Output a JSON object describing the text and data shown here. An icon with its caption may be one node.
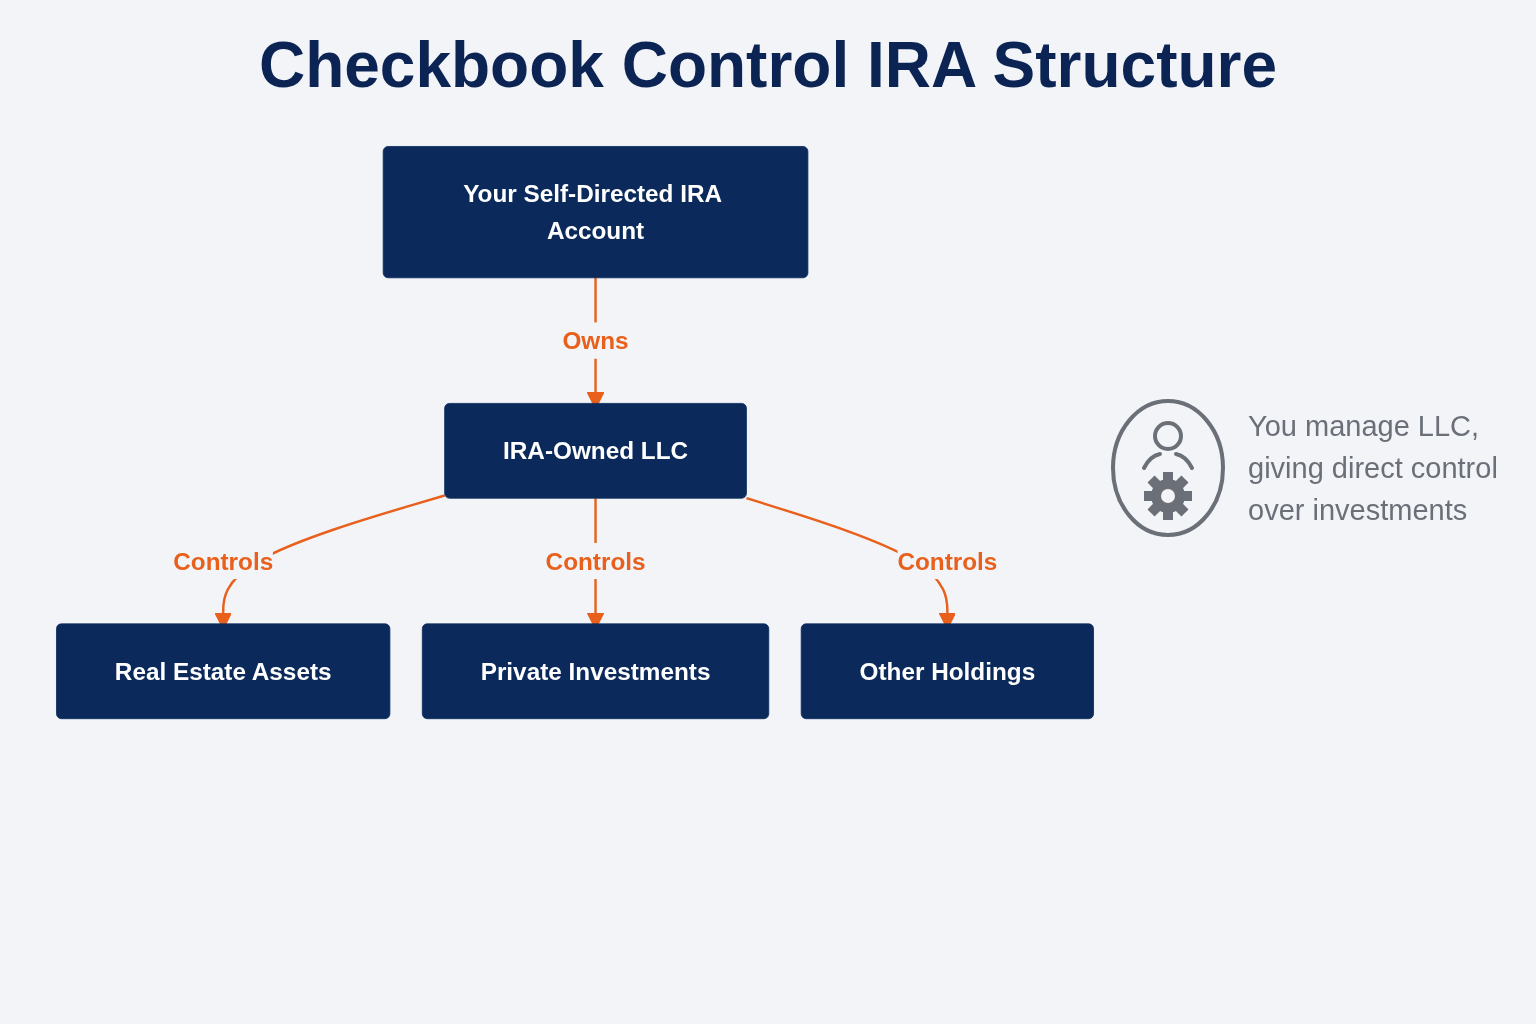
{
  "diagram": {
    "title": "Checkbook Control IRA Structure",
    "nodes": [
      {
        "text": [
          "Your Self-Directed IRA Account"
        ]
      },
      {
        "text": [
          "IRA-Owned LLC"
        ]
      },
      {
        "text": [
          "Real Estate Assets"
        ]
      },
      {
        "text": [
          "Private Investments"
        ]
      },
      {
        "text": [
          "Other Holdings"
        ]
      }
    ],
    "edges": [
      {
        "from": 0,
        "to": 1,
        "arrow": "to",
        "label": "Owns"
      },
      {
        "from": 1,
        "to": 2,
        "arrow": "to",
        "label": "Controls"
      },
      {
        "from": 1,
        "to": 3,
        "arrow": "to",
        "label": "Controls"
      },
      {
        "from": 1,
        "to": 4,
        "arrow": "to",
        "label": "Controls"
      }
    ],
    "labels": [
      "You manage LLC, giving direct control over investments"
    ]
  }
}
